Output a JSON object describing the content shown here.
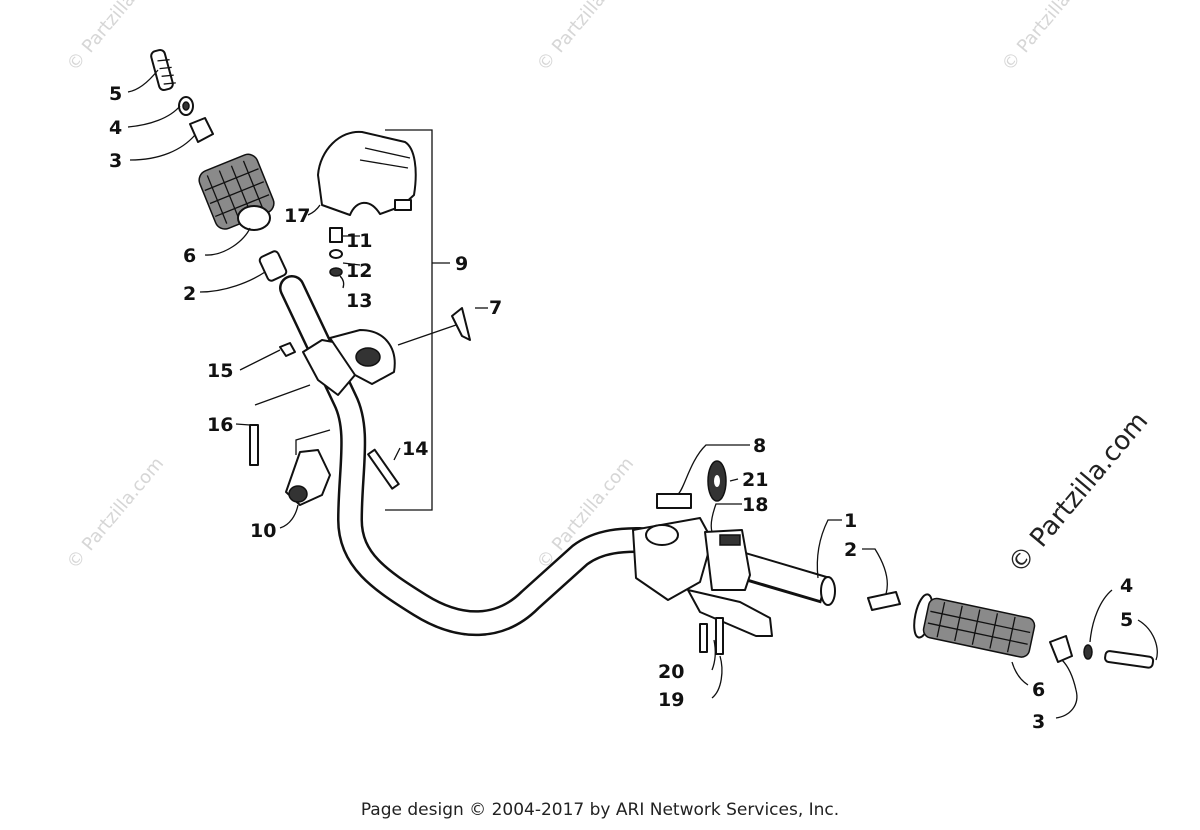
{
  "footer": {
    "copyright": "Page design © 2004-2017 by ARI Network Services, Inc."
  },
  "watermark": {
    "text": "© Partzilla.com",
    "large_text": "© Partzilla.com"
  },
  "callouts": [
    "1",
    "2",
    "2",
    "3",
    "3",
    "4",
    "4",
    "5",
    "5",
    "6",
    "6",
    "7",
    "8",
    "9",
    "10",
    "11",
    "12",
    "13",
    "14",
    "15",
    "16",
    "17",
    "18",
    "19",
    "20",
    "21"
  ]
}
